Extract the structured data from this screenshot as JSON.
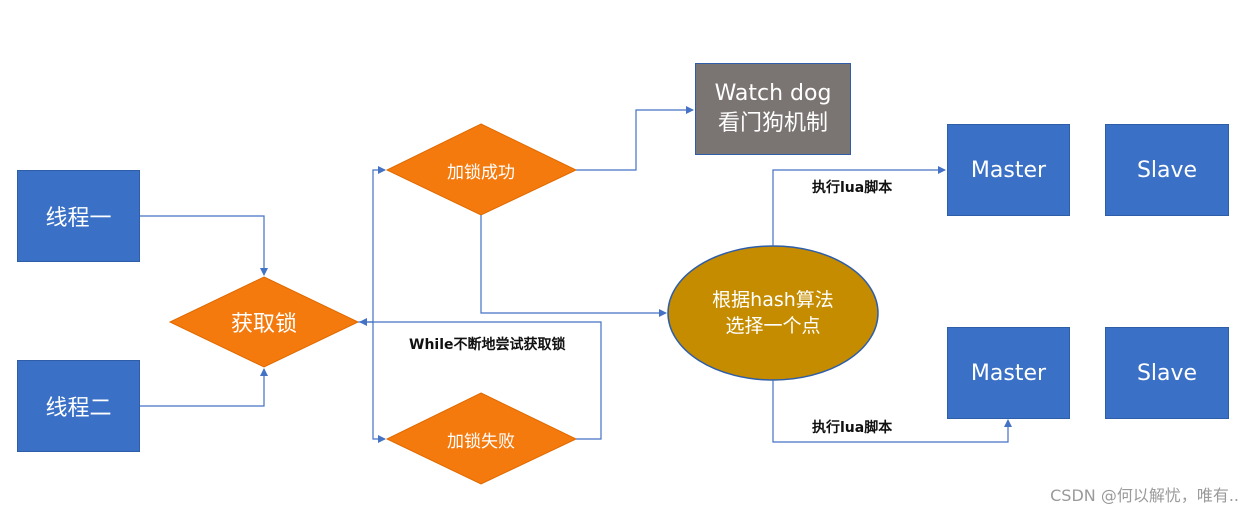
{
  "nodes": {
    "thread1": "线程一",
    "thread2": "线程二",
    "get_lock": "获取锁",
    "lock_success": "加锁成功",
    "lock_fail": "加锁失败",
    "watchdog_line1": "Watch dog",
    "watchdog_line2": "看门狗机制",
    "hash_line1": "根据hash算法",
    "hash_line2": "选择一个点",
    "master1": "Master",
    "slave1": "Slave",
    "master2": "Master",
    "slave2": "Slave"
  },
  "edge_labels": {
    "retry": "While不断地尝试获取锁",
    "exec_lua_top": "执行lua脚本",
    "exec_lua_bottom": "执行lua脚本"
  },
  "watermark": "CSDN @何以解忧，唯有..",
  "colors": {
    "blue_box": "#3a70c6",
    "orange_diamond": "#f57a0e",
    "gold_ellipse": "#c58c00",
    "gray_box": "#7a7472",
    "connector": "#4472c4"
  }
}
